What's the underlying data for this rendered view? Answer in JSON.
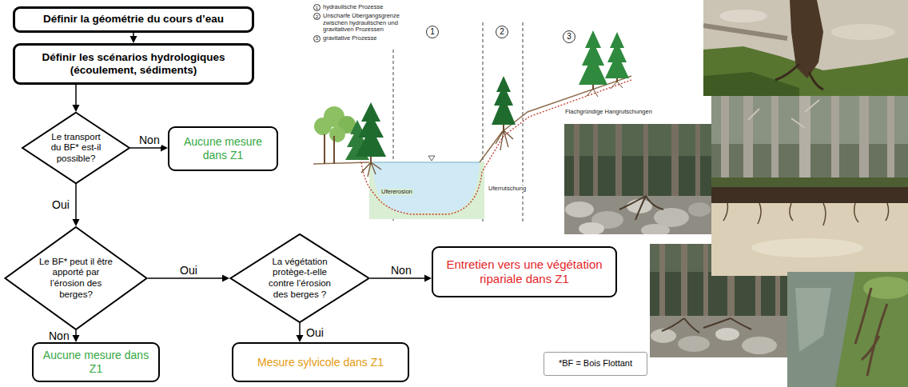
{
  "diagram": {
    "nodes": [
      {
        "text": [
          "Définir la géométrie du cours d’eau"
        ]
      },
      {
        "text": [
          "Définir les scénarios hydrologiques (écoulement, sédiments)"
        ]
      },
      {
        "text": [
          "Le transport du BF* est-il possible?"
        ]
      },
      {
        "text": [
          "Aucune mesure dans Z1"
        ]
      },
      {
        "text": [
          "Le BF* peut il être apporté par l’érosion des berges?"
        ]
      },
      {
        "text": [
          "La végétation protège-t-elle contre l’érosion des berges ?"
        ]
      },
      {
        "text": [
          "Entretien vers une végétation ripariale dans Z1"
        ]
      },
      {
        "text": [
          "Aucune mesure dans Z1"
        ]
      },
      {
        "text": [
          "Mesure sylvicole dans Z1"
        ]
      },
      {
        "text": [
          "*BF = Bois Flottant"
        ]
      }
    ],
    "edges": [
      {
        "from": 0,
        "to": 1,
        "arrow": "to"
      },
      {
        "from": 1,
        "to": 2,
        "arrow": "to"
      },
      {
        "from": 2,
        "to": 3,
        "label": "Non",
        "arrow": "to"
      },
      {
        "from": 2,
        "to": 4,
        "label": "Oui",
        "arrow": "to"
      },
      {
        "from": 4,
        "to": 5,
        "label": "Oui",
        "arrow": "to"
      },
      {
        "from": 4,
        "to": 7,
        "label": "Non",
        "arrow": "to"
      },
      {
        "from": 5,
        "to": 6,
        "label": "Non",
        "arrow": "to"
      },
      {
        "from": 5,
        "to": 8,
        "label": "Oui",
        "arrow": "to"
      }
    ],
    "labels": [
      "1",
      "2",
      "3",
      "1",
      "2",
      "3",
      "Flachgründige Hangrutschungen",
      "Ufererosion",
      "Uferrutschung"
    ],
    "legend": [
      {
        "text": "hydraulische Prozesse"
      },
      {
        "text": "Unscharfe Übergangsgrenze zwischen hydraulischen und gravitativen Prozessen"
      },
      {
        "text": "gravitative Prozesse"
      }
    ]
  }
}
